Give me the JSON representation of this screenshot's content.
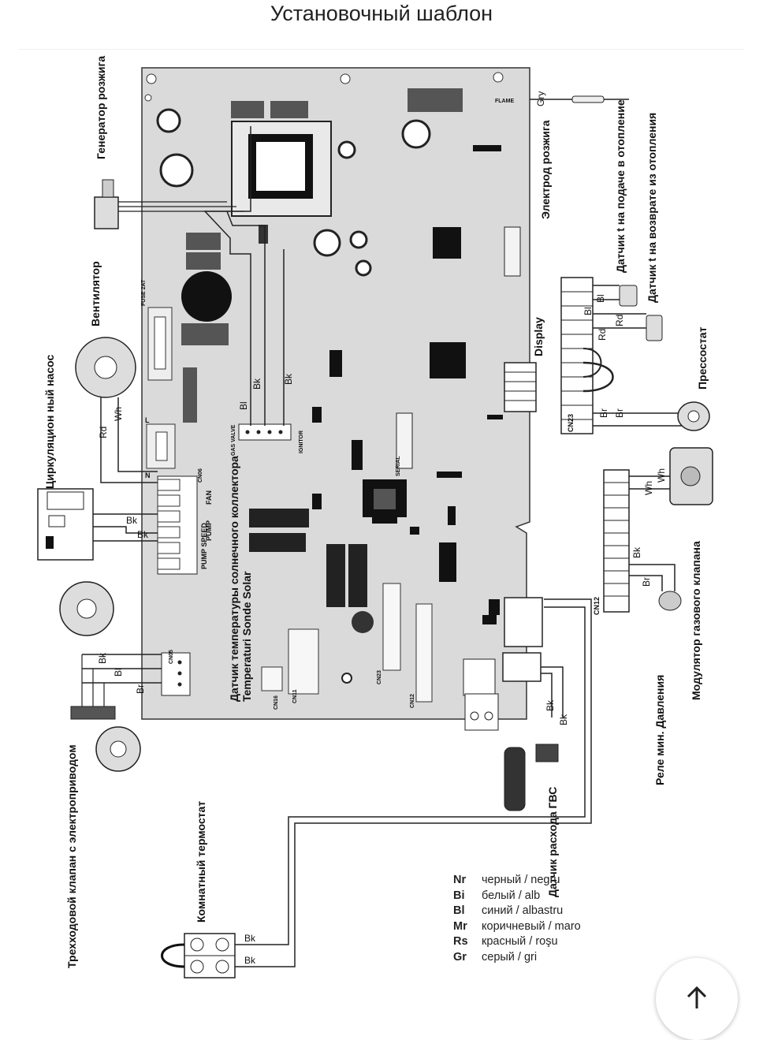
{
  "page": {
    "title": "Установочный шаблон"
  },
  "labels": {
    "ignition_generator": "Генератор розжига",
    "ignition_electrode": "Электрод розжига",
    "flow_sensor": "Датчик t на подаче в отопление",
    "return_sensor": "Датчик t на возврате из отопления",
    "fan": "Вентилятор",
    "circulation_pump": "Циркуляцион ный насос",
    "pressostat": "Прессостат",
    "display": "Display",
    "solar_line1": "Датчик температуры солнечного коллектора",
    "solar_line2": "Temperaturi Sonde Solar",
    "three_way_valve": "Трехходовой клапан с электроприводом",
    "room_thermostat": "Комнатный термостат",
    "min_pressure_relay": "Реле мин. Давления",
    "gas_valve_modulator": "Модулятор газового клапана",
    "dhw_flow_sensor": "Датчик расхода ГВС"
  },
  "board_marks": {
    "flame": "FLAME",
    "fuse": "FUSE 2AT",
    "gas_valve": "GAS VALVE",
    "ignitor": "IGNITOR",
    "serial": "SERIAL",
    "fan": "FAN",
    "pump": "PUMP",
    "pump_speed": "PUMP SPEED",
    "cn23": "CN23",
    "cn12": "CN12",
    "cn11": "CN11",
    "cn16": "CN16",
    "cn_pump": "CN06",
    "cn_valve": "CN05",
    "L": "L",
    "N": "N"
  },
  "wires": {
    "gry": "Gry",
    "bl": "Bl",
    "rd": "Rd",
    "bk": "Bk",
    "wh": "Wh",
    "br": "Br"
  },
  "legend": [
    {
      "code": "Nr",
      "text": "черный / negru"
    },
    {
      "code": "Bi",
      "text": "белый / alb"
    },
    {
      "code": "Bl",
      "text": "синий / albastru"
    },
    {
      "code": "Mr",
      "text": "коричневый / maro"
    },
    {
      "code": "Rs",
      "text": "красный / roşu"
    },
    {
      "code": "Gr",
      "text": "серый / gri"
    }
  ],
  "fab": {
    "icon": "arrow-up-icon"
  }
}
